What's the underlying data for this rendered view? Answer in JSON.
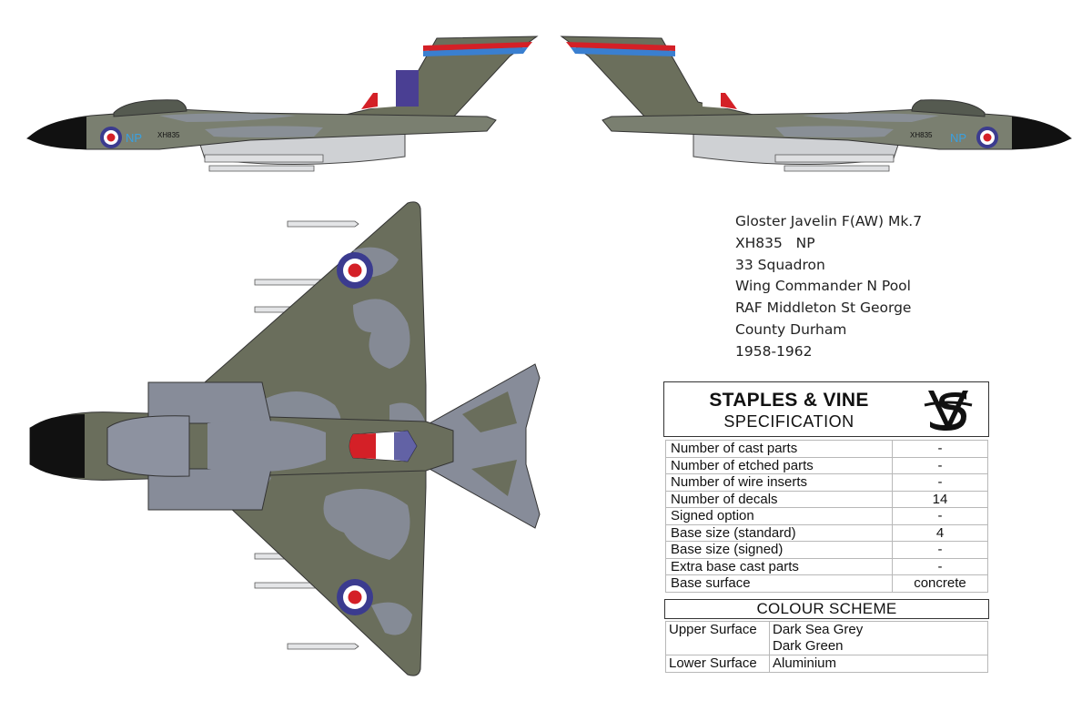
{
  "aircraft": {
    "lines": [
      "Gloster Javelin F(AW) Mk.7",
      "XH835   NP",
      "33 Squadron",
      "Wing Commander N Pool",
      "RAF Middleton St George",
      "County Durham",
      "1958-1962"
    ],
    "side_markings": {
      "serial": "XH835",
      "code": "NP"
    }
  },
  "spec": {
    "brand": "STAPLES & VINE",
    "subtitle": "SPECIFICATION",
    "logo": "staples-vine-monogram-icon",
    "rows": [
      {
        "label": "Number of cast parts",
        "value": "-"
      },
      {
        "label": "Number of etched parts",
        "value": "-"
      },
      {
        "label": "Number of wire inserts",
        "value": "-"
      },
      {
        "label": "Number of decals",
        "value": "14"
      },
      {
        "label": "Signed option",
        "value": "-"
      },
      {
        "label": "Base size (standard)",
        "value": "4"
      },
      {
        "label": "Base size (signed)",
        "value": "-"
      },
      {
        "label": "Extra base cast parts",
        "value": "-"
      },
      {
        "label": "Base surface",
        "value": "concrete"
      }
    ]
  },
  "colour_scheme": {
    "title": "COLOUR SCHEME",
    "upper_label": "Upper Surface",
    "upper_1": "Dark Sea Grey",
    "upper_2": "Dark Green",
    "lower_label": "Lower Surface",
    "lower_1": "Aluminium"
  },
  "colors": {
    "dark_green": "#5b5f4b",
    "dark_sea_grey": "#858b99",
    "aluminium": "#c9cbcf",
    "roundel_blue": "#3b3b8f",
    "roundel_red": "#d42027",
    "squadron_blue": "#3a7fd0"
  }
}
